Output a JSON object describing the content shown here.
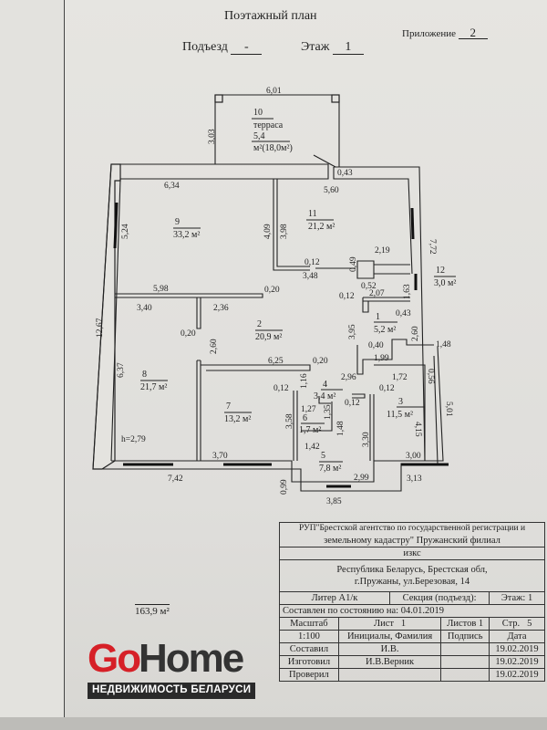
{
  "header": {
    "title": "Поэтажный план",
    "entrance_label": "Подъезд",
    "entrance_value": "-",
    "floor_label": "Этаж",
    "floor_value": "1",
    "appendix_label": "Приложение",
    "appendix_value": "2"
  },
  "rooms": [
    {
      "number": "1",
      "area": "5,2 м²"
    },
    {
      "number": "2",
      "area": "20,9 м²"
    },
    {
      "number": "3",
      "area": "11,5 м²"
    },
    {
      "number": "4",
      "area": "3,4 м²"
    },
    {
      "number": "5",
      "area": "7,8 м²"
    },
    {
      "number": "6",
      "area": "1,7 м²"
    },
    {
      "number": "7",
      "area": "13,2 м²"
    },
    {
      "number": "8",
      "area": "21,7 м²"
    },
    {
      "number": "9",
      "area": "33,2 м²"
    },
    {
      "number": "10",
      "name": "терраса",
      "area": "5,4",
      "area_note": "м²(18,0м²)"
    },
    {
      "number": "11",
      "area": "21,2 м²"
    },
    {
      "number": "12",
      "area": "3,0 м²"
    }
  ],
  "dimensions": {
    "terrace_width": "6,01",
    "terrace_height": "3,03",
    "terrace_offset": "0,43",
    "room9_top": "6,34",
    "room9_side": "5,24",
    "room9_bottom": "5,98",
    "room11_top": "5,60",
    "room11_left_a": "4,09",
    "room11_left_b": "3,98",
    "room11_bottom": "3,48",
    "wall_012_a": "0,12",
    "wall_049": "0,49",
    "wall_219": "2,19",
    "wall_052": "0,52",
    "right_side": "7,72",
    "room12_side": "1,63",
    "wall_012_b": "0,12",
    "wall_207": "2,07",
    "room1_043": "0,43",
    "wall_020_a": "0,20",
    "room8_top": "3,40",
    "hall_236": "2,36",
    "wall_020_b": "0,20",
    "hall_260": "2,60",
    "hall_395": "3,95",
    "room3_040": "0,40",
    "room3_199": "1,99",
    "room3_260": "2,60",
    "room3_148": "1,48",
    "room3_056": "0,56",
    "room3_172": "1,72",
    "room3_296": "2,96",
    "room3_012": "0,12",
    "room7_top": "6,25",
    "wall_020_c": "0,20",
    "wall_012_c": "0,12",
    "wall_116": "1,16",
    "room6_127": "1,27",
    "room6_135": "1,35",
    "room6_148": "1,48",
    "wall_012_d": "0,12",
    "room7_side": "3,58",
    "room5_142": "1,42",
    "room5_side": "3,30",
    "room3_side": "4,15",
    "right_lower": "5,01",
    "room3_bottom": "3,00",
    "left_total": "12,67",
    "room8_side": "6,37",
    "ceiling_height": "h=2,79",
    "room7_bottom": "3,70",
    "bottom_742": "7,42",
    "bottom_099": "0,99",
    "bottom_299": "2,99",
    "bottom_385": "3,85",
    "bottom_313": "3,13"
  },
  "total_area": "163,9 м²",
  "stamp": {
    "org_line1": "РУП\"Брестской агентство по государственной регистрации и",
    "org_line2": "земельному кадастру\" Пружанский филиал",
    "type": "изкс",
    "address_line1": "Республика Беларусь, Брестская обл,",
    "address_line2": "г.Пружаны, ул.Березовая, 14",
    "liter": "Литер А1/к",
    "section": "Секция (подъезд):",
    "floor": "Этаж: 1",
    "composed_on": "Составлен по состоянию на: 04.01.2019",
    "scale_label": "Масштаб",
    "sheet_label": "Лист",
    "sheet_value": "1",
    "sheets_label": "Листов 1",
    "page_label": "Стр.",
    "page_value": "5",
    "scale_value": "1:100",
    "initials_label": "Инициалы, Фамилия",
    "signature_label": "Подпись",
    "date_label": "Дата",
    "rows": [
      {
        "role": "Составил",
        "name": "И.В.",
        "date": "19.02.2019"
      },
      {
        "role": "Изготовил",
        "name": "И.В.Верник",
        "date": "19.02.2019"
      },
      {
        "role": "Проверил",
        "name": "",
        "date": "19.02.2019"
      }
    ]
  },
  "watermark": {
    "go": "Go",
    "home": "Home",
    "tagline": "НЕДВИЖИМОСТЬ БЕЛАРУСИ",
    "brand_red": "#d62027"
  }
}
